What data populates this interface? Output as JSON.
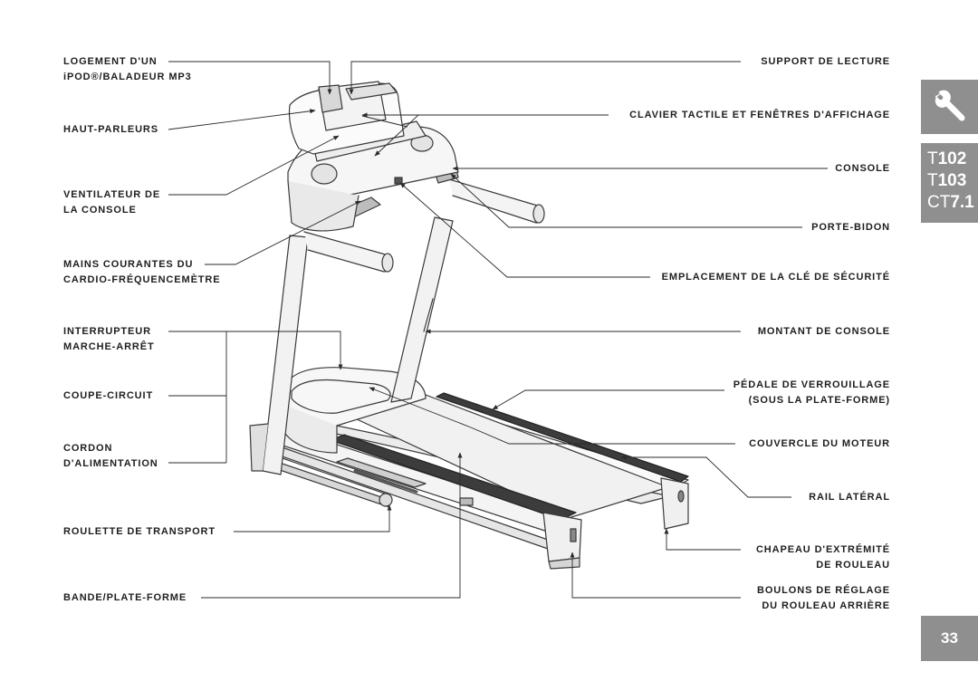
{
  "labels_left": {
    "ipod": [
      "LOGEMENT D'UN",
      "iPOD®/BALADEUR MP3"
    ],
    "speakers": [
      "HAUT-PARLEURS"
    ],
    "fan": [
      "VENTILATEUR DE",
      "LA CONSOLE"
    ],
    "hr_grips": [
      "MAINS COURANTES DU",
      "CARDIO-FRÉQUENCEMÈTRE"
    ],
    "power_switch": [
      "INTERRUPTEUR",
      "MARCHE-ARRÊT"
    ],
    "breaker": [
      "COUPE-CIRCUIT"
    ],
    "power_cord": [
      "CORDON",
      "D'ALIMENTATION"
    ],
    "transport_wheel": [
      "ROULETTE DE TRANSPORT"
    ],
    "belt_deck": [
      "BANDE/PLATE-FORME"
    ]
  },
  "labels_right": {
    "reading_rack": [
      "SUPPORT DE LECTURE"
    ],
    "keypad": [
      "CLAVIER TACTILE ET FENÊTRES D'AFFICHAGE"
    ],
    "console": [
      "CONSOLE"
    ],
    "bottle_holder": [
      "PORTE-BIDON"
    ],
    "safety_key": [
      "EMPLACEMENT DE LA CLÉ DE SÉCURITÉ"
    ],
    "console_upright": [
      "MONTANT DE CONSOLE"
    ],
    "lock_pedal": [
      "PÉDALE DE VERROUILLAGE",
      "(SOUS LA PLATE-FORME)"
    ],
    "motor_cover": [
      "COUVERCLE DU MOTEUR"
    ],
    "side_rail": [
      "RAIL LATÉRAL"
    ],
    "roller_cap": [
      "CHAPEAU D'EXTRÉMITÉ",
      "DE ROULEAU"
    ],
    "rear_roller_bolts": [
      "BOULONS DE RÉGLAGE",
      "DU ROULEAU ARRIÈRE"
    ]
  },
  "side_tabs": {
    "icon": "wrench-icon",
    "models": [
      {
        "prefix": "T",
        "num": "102"
      },
      {
        "prefix": "T",
        "num": "103"
      },
      {
        "prefix": "CT",
        "num": "7.1"
      }
    ],
    "page_number": "33"
  },
  "colors": {
    "tab_gray": "#8f8f8f",
    "line": "#2a2a2a",
    "text": "#1e1e1e"
  }
}
